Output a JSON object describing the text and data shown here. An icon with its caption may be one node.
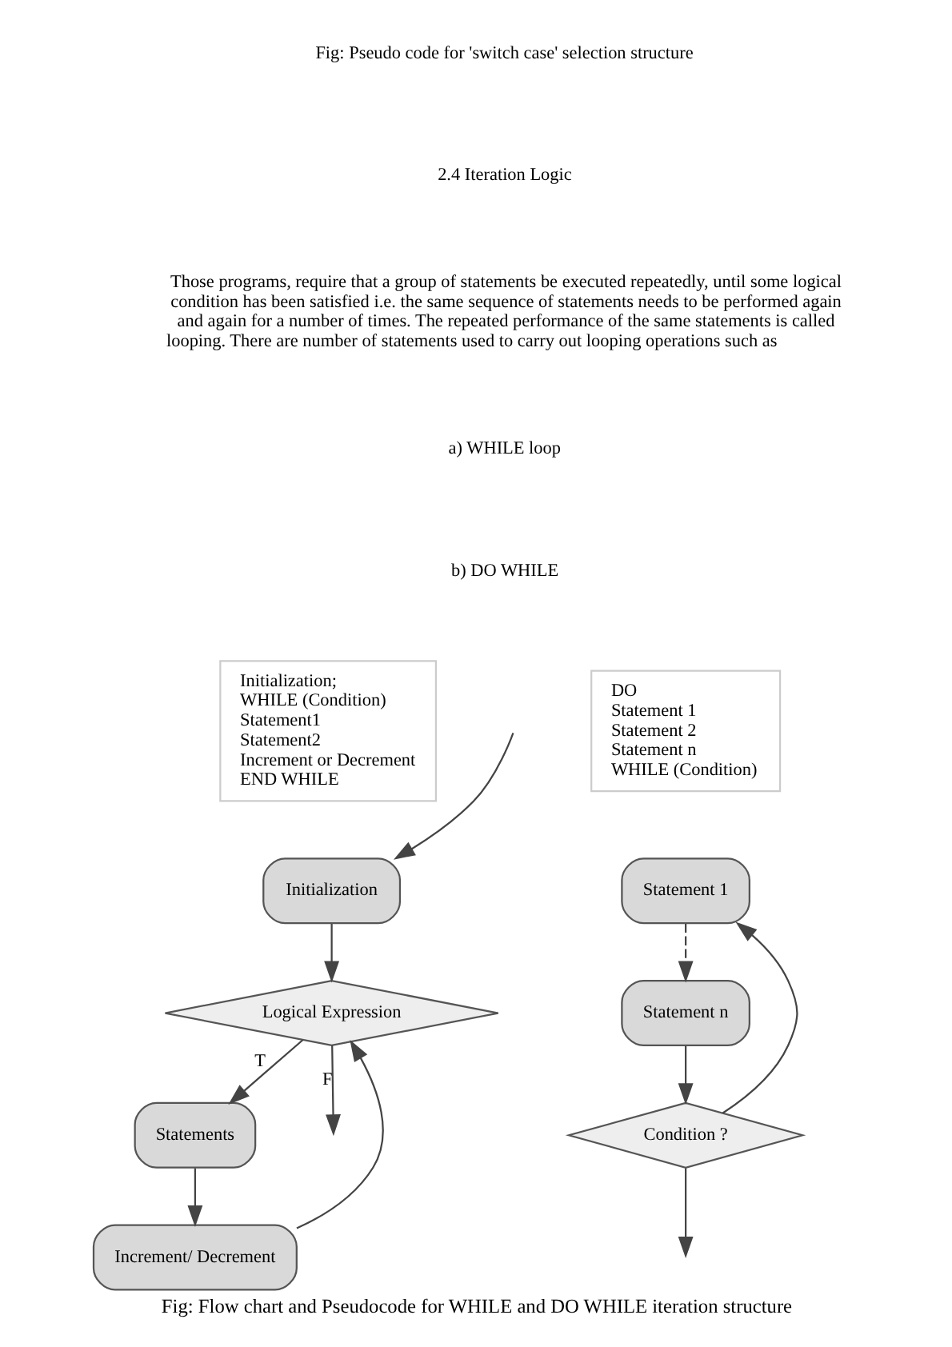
{
  "diagram": {
    "caption": "Fig: Flow chart and Pseudocode for WHILE and DO WHILE iteration structure",
    "nodes": [
      {
        "text": [
          "Initialization;",
          "WHILE (Condition)",
          "Statement1",
          "Statement2",
          "Increment or Decrement",
          "END WHILE"
        ]
      },
      {
        "text": [
          "DO",
          "Statement 1",
          "Statement 2",
          "Statement n",
          "WHILE (Condition)"
        ]
      },
      {
        "text": [
          "Initialization"
        ]
      },
      {
        "text": [
          "Logical Expression"
        ]
      },
      {
        "text": [
          "Statements"
        ]
      },
      {
        "text": [
          "Increment/ Decrement"
        ]
      },
      {
        "text": [
          "Statement 1"
        ]
      },
      {
        "text": [
          "Statement n"
        ]
      },
      {
        "text": [
          "Condition ?"
        ]
      }
    ],
    "edges": [
      {
        "from": null,
        "to": 2,
        "arrow": "to"
      },
      {
        "from": 2,
        "to": 3,
        "arrow": "to"
      },
      {
        "from": 3,
        "to": 4,
        "arrow": "to",
        "label": "T"
      },
      {
        "from": 4,
        "to": 5,
        "arrow": "to"
      },
      {
        "from": 5,
        "to": 3,
        "arrow": "to"
      },
      {
        "from": 3,
        "to": null,
        "arrow": "to",
        "label": "F"
      },
      {
        "from": 6,
        "to": 7,
        "arrow": "to",
        "style": "dashed"
      },
      {
        "from": 7,
        "to": 8,
        "arrow": "to"
      },
      {
        "from": 8,
        "to": 6,
        "arrow": "to"
      },
      {
        "from": 8,
        "to": null,
        "arrow": "to"
      }
    ],
    "labels": [
      "Fig: Pseudo code for 'switch case' selection structure",
      "2.4 Iteration Logic",
      "Those programs, require that a group of statements be executed repeatedly, until some logical condition has been satisfied i.e. the same sequence of statements needs to be performed again and again for a number of times. The repeated performance of the same statements is called looping. There are number of statements used to carry out looping operations such as",
      "a) WHILE loop",
      "b) DO WHILE"
    ]
  }
}
